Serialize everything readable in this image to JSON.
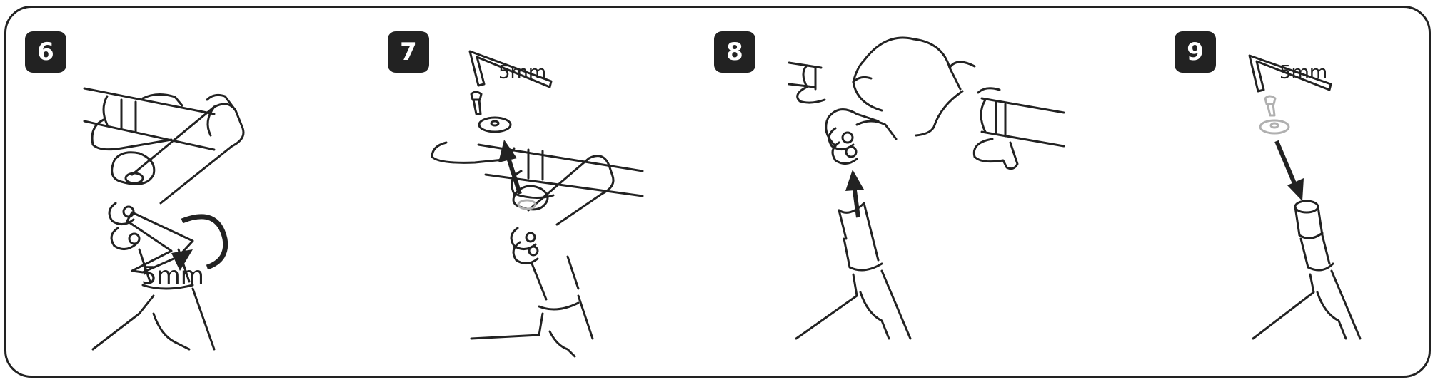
{
  "steps": [
    {
      "number": "6",
      "tool_label": "5mm"
    },
    {
      "number": "7",
      "tool_label": "5mm"
    },
    {
      "number": "8"
    },
    {
      "number": "9",
      "tool_label": "5mm"
    }
  ],
  "colors": {
    "ink": "#222222",
    "badge": "#222222",
    "badge_text": "#ffffff",
    "faded": "#b0b0b0"
  }
}
